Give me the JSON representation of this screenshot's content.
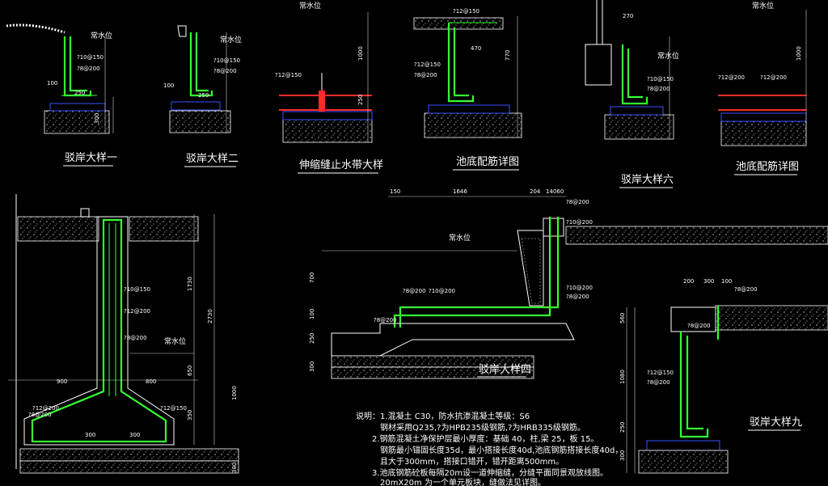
{
  "titles": {
    "detail1": "驳岸大样一",
    "detail2": "驳岸大样二",
    "waterstop": "伸缩缝止水带大样",
    "pool_rebar1": "池底配筋详图",
    "detail6": "驳岸大样六",
    "pool_rebar2": "池底配筋详图",
    "detail4": "驳岸大样四",
    "detail9": "驳岸大样九"
  },
  "water_level_label": "常水位",
  "rebar_labels": {
    "r1": "?10@150",
    "r2": "?8@200",
    "r3": "?12@150",
    "r4": "?8@200",
    "r5": "?10@200",
    "r6": "?8@200",
    "r7": "?12@200",
    "r8": "?10@150"
  },
  "dims": {
    "d100": "100",
    "d250": "250",
    "d300": "300",
    "d1000": "1000",
    "d470": "470",
    "d770": "770",
    "d270": "270",
    "d1730": "1730",
    "d2730": "2730",
    "d900": "900",
    "d800": "800",
    "d650": "650",
    "d350": "350",
    "d150": "150",
    "d1646": "1646",
    "d204": "204",
    "d14060": "14060",
    "d700": "700",
    "d200": "200",
    "d560": "560",
    "d1080": "1080"
  },
  "notes": {
    "label": "说明：",
    "l1": "1.混凝土 C30，防水抗渗混凝土等级：S6",
    "l2": "钢材采用Q235,?为HPB235级钢筋,?为HRB335级钢筋。",
    "l3": "2.钢筋混凝土净保护层最小厚度：基础 40，柱,梁 25，板 15。",
    "l4": "钢筋最小锚固长度35d，最小搭接长度40d,池底钢筋搭接长度40d，",
    "l5": "且大于300mm，搭接口错开，错开距离500mm。",
    "l6": "3.池底钢筋砼板每隔20m设一道伸缩缝，分缝平面同景观放线图。",
    "l7": "20mX20m 为一个单元板块，缝做法见详图。"
  },
  "colors": {
    "background": "#000000",
    "rebar": "#35ff35",
    "text": "#ffffff",
    "cushion": "#3a50ff",
    "waterstop": "#ff2a2a",
    "water_mark": "#ff3cff"
  }
}
